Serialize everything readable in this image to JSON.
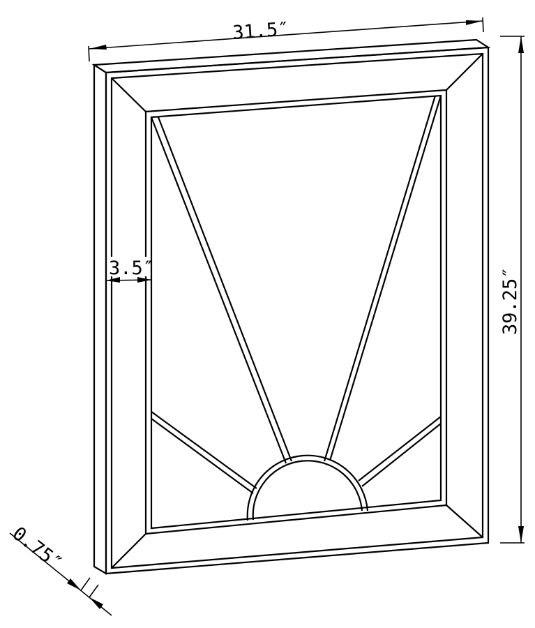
{
  "drawing": {
    "subject": "rectangular mirror with sunburst frame detail",
    "line_color": "#000000",
    "background": "#ffffff"
  },
  "dimensions": {
    "width": {
      "label": "31.5″",
      "value": 31.5,
      "unit": "in"
    },
    "height": {
      "label": "39.25″",
      "value": 39.25,
      "unit": "in"
    },
    "frame_width": {
      "label": "3.5″",
      "value": 3.5,
      "unit": "in"
    },
    "depth": {
      "label": "0.75″",
      "value": 0.75,
      "unit": "in"
    }
  }
}
